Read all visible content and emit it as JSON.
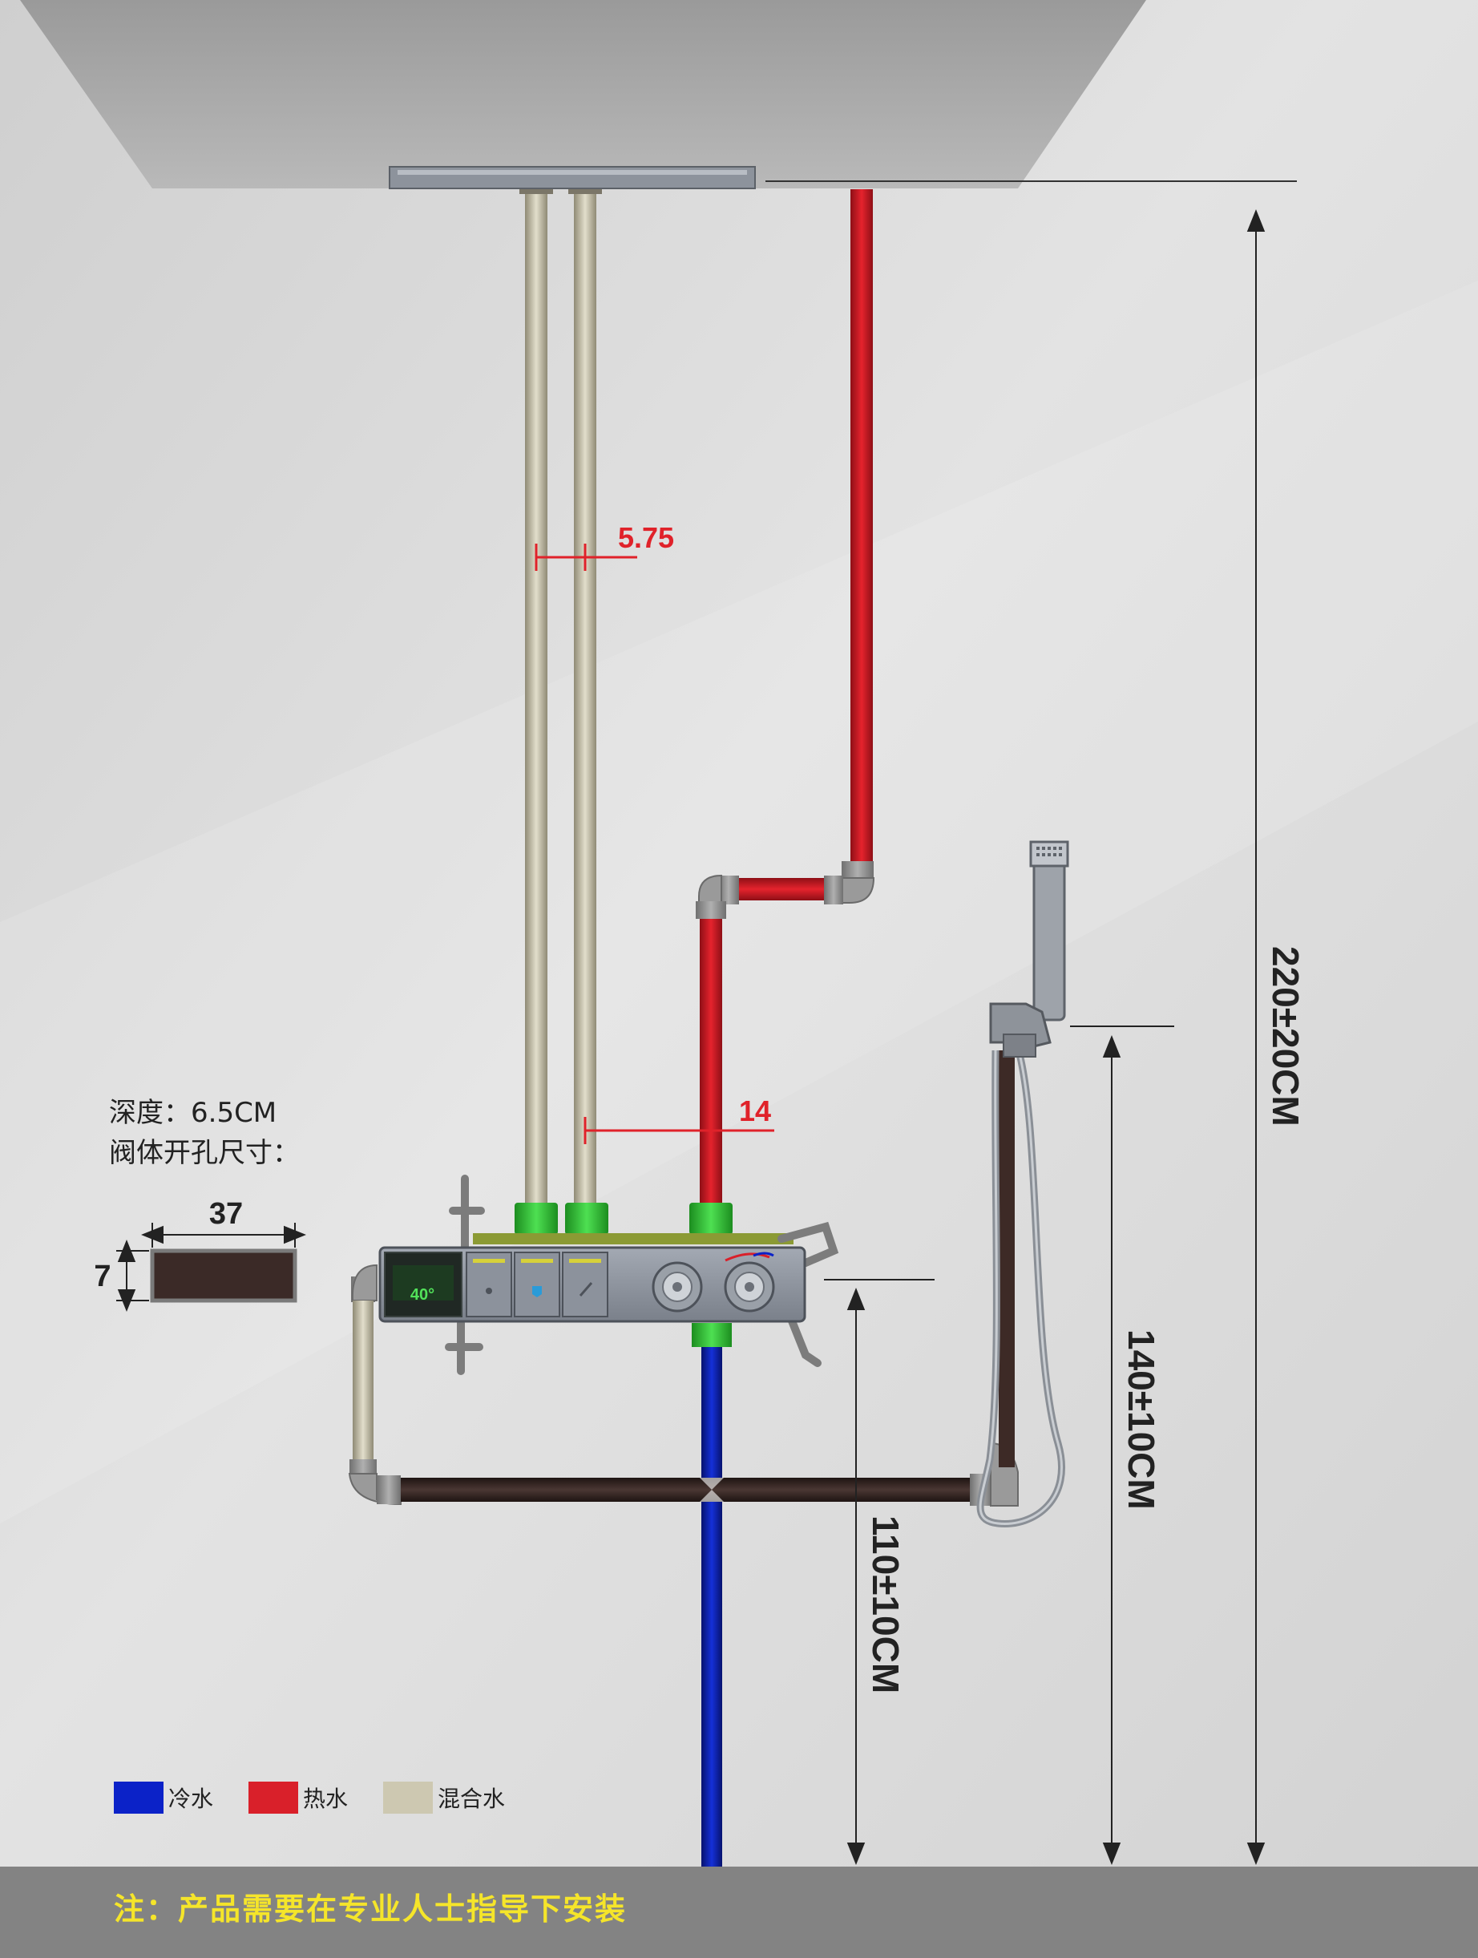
{
  "colors": {
    "cold_water": "#0b22c8",
    "hot_water": "#d9202a",
    "mixed_water": "#cdc8b1",
    "drain_pipe": "#3b2a27",
    "fitting_green": "#37c43a",
    "note_text": "#f5e52a"
  },
  "dimensions": {
    "pipe_spacing": "5.75",
    "hot_offset": "14",
    "total_height": "220±20CM",
    "handset_height": "140±10CM",
    "valve_height": "110±10CM"
  },
  "spec": {
    "depth_label": "深度：6.5CM",
    "cutout_label": "阀体开孔尺寸：",
    "cutout_width": "37",
    "cutout_height": "7"
  },
  "panel": {
    "display_temp": "40°"
  },
  "legend": [
    {
      "key": "cold",
      "label": "冷水",
      "color": "#0b22c8"
    },
    {
      "key": "hot",
      "label": "热水",
      "color": "#d9202a"
    },
    {
      "key": "mixed",
      "label": "混合水",
      "color": "#cdc8b1"
    }
  ],
  "footer": {
    "note": "注：产品需要在专业人士指导下安装"
  },
  "icons": [
    "shower-head-icon",
    "hand-shower-icon",
    "thermostat-knob-icon",
    "flow-knob-icon"
  ]
}
